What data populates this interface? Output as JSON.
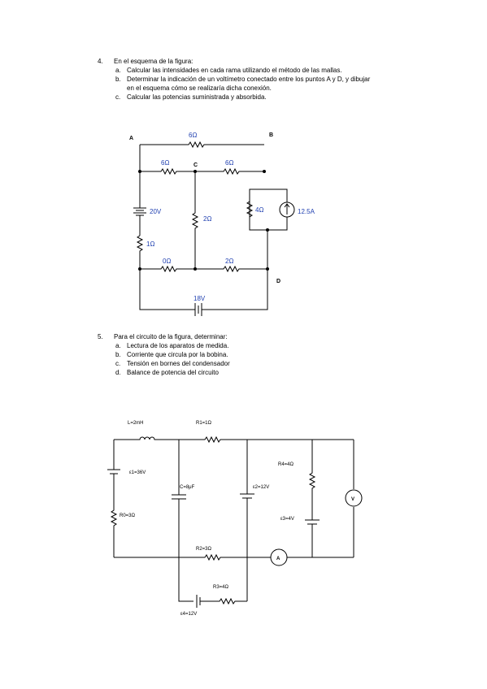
{
  "problem4": {
    "number": "4.",
    "intro": "En el esquema de la figura:",
    "items": [
      {
        "letter": "a.",
        "text": "Calcular las intensidades en cada rama utilizando el método de las mallas."
      },
      {
        "letter": "b.",
        "text": "Determinar la indicación de un voltímetro conectado entre los puntos A y D, y dibujar"
      },
      {
        "letter": "c.",
        "text": "Calcular las potencias suministrada y absorbida."
      }
    ],
    "item_b_cont": "en el esquema cómo se realizaría dicha conexión.",
    "circuit": {
      "node_a": "A",
      "node_b": "B",
      "node_c": "C",
      "node_d": "D",
      "r_top": "6Ω",
      "r_upper_left": "6Ω",
      "r_upper_right": "6Ω",
      "r_middle": "2Ω",
      "r_right": "4Ω",
      "r_left": "1Ω",
      "r_bottom_left": "0Ω",
      "r_bottom_right": "2Ω",
      "v_left": "20V",
      "v_bottom": "18V",
      "i_source": "12.5A"
    }
  },
  "problem5": {
    "number": "5.",
    "intro": "Para el circuito de la figura, determinar:",
    "items": [
      {
        "letter": "a.",
        "text": "Lectura de los aparatos de medida."
      },
      {
        "letter": "b.",
        "text": "Corriente que circula por la bobina."
      },
      {
        "letter": "c.",
        "text": "Tensión en bornes del condensador"
      },
      {
        "letter": "d.",
        "text": "Balance de potencia del circuito"
      }
    ],
    "circuit": {
      "inductor": "L=2mH",
      "r1": "R1=1Ω",
      "e1": "ε1=36V",
      "r0": "R0=3Ω",
      "capacitor": "C=8μF",
      "e2": "ε2=12V",
      "r4": "R4=4Ω",
      "e3": "ε3=4V",
      "voltmeter": "V",
      "r2": "R2=3Ω",
      "ammeter": "A",
      "r3": "R3=4Ω",
      "e4": "ε4=12V"
    }
  }
}
